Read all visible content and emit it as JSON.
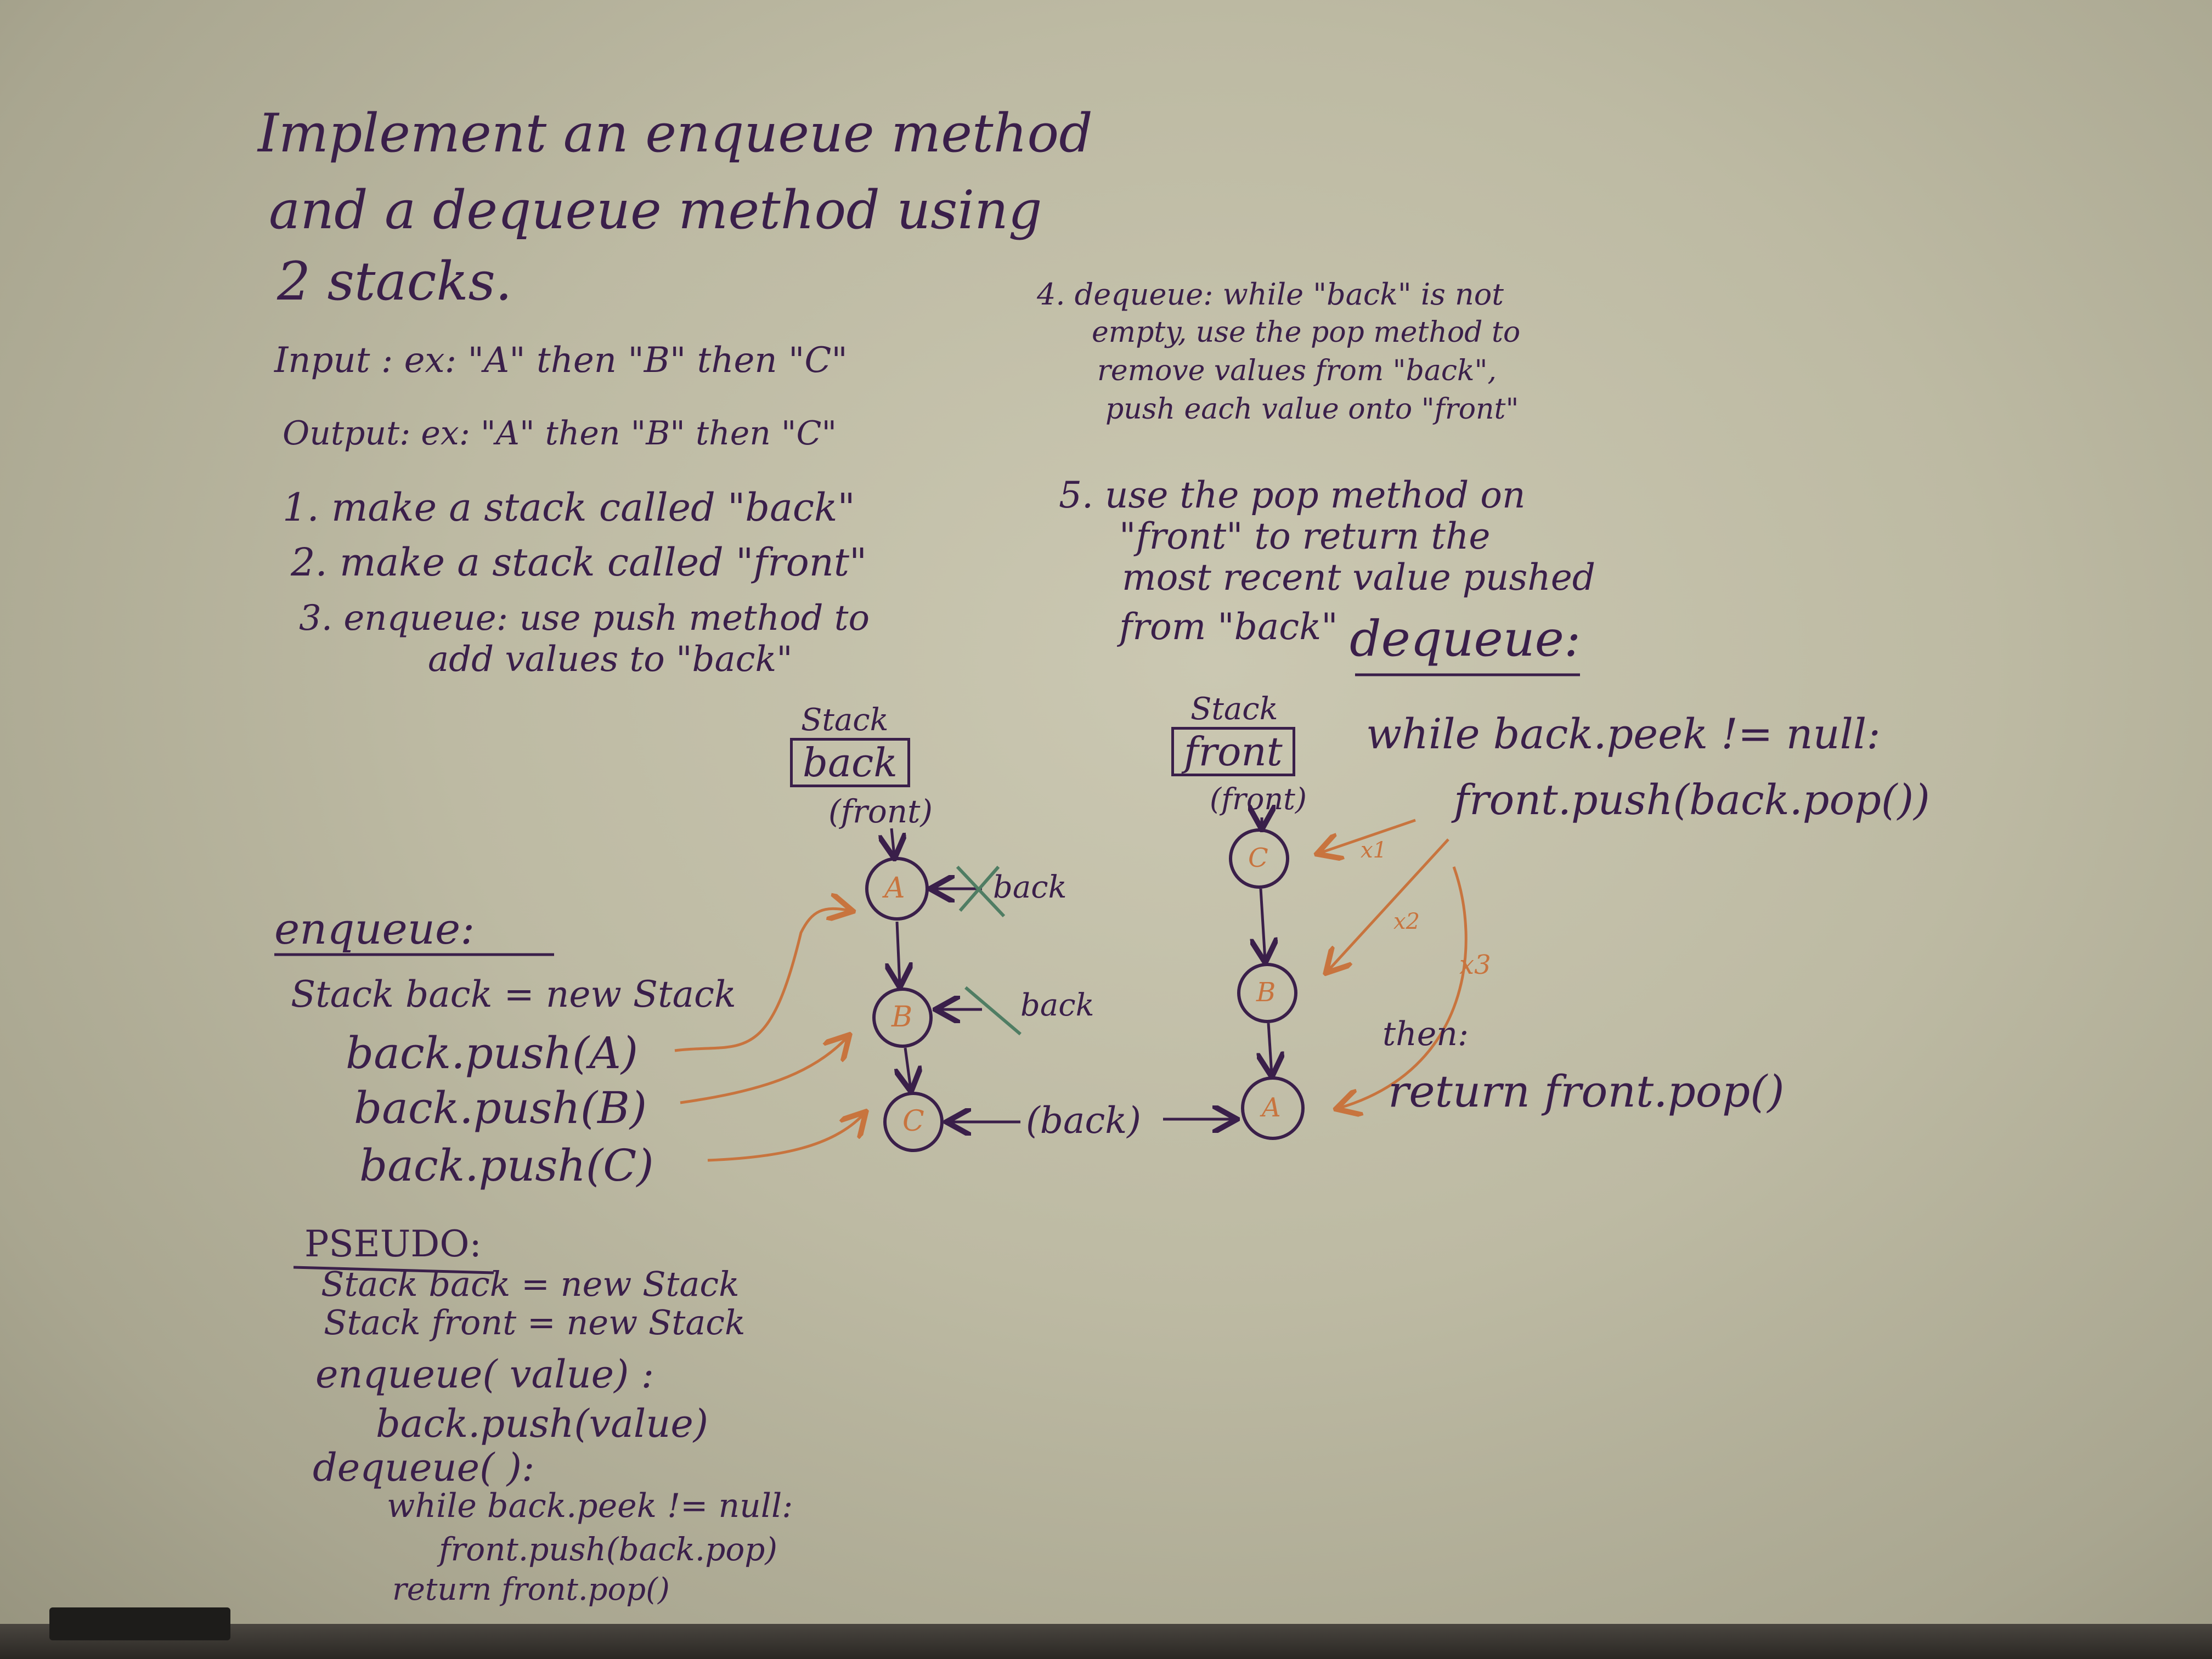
{
  "title": {
    "line1": "Implement an enqueue method",
    "line2": "and a dequeue method using",
    "line3": "2 stacks."
  },
  "io": {
    "input": "Input : ex: \"A\" then \"B\" then \"C\"",
    "output": "Output: ex: \"A\" then \"B\" then \"C\""
  },
  "steps_left": [
    "1. make a stack called \"back\"",
    "2. make a stack called \"front\"",
    "3. enqueue: use push method to",
    "add values to \"back\""
  ],
  "step4": [
    "4. dequeue: while \"back\" is not",
    "empty, use the pop method to",
    "remove values from \"back\",",
    "push each value onto \"front\""
  ],
  "step5": [
    "5. use the pop method on",
    "\"front\" to return the",
    "most recent value pushed",
    "from \"back\""
  ],
  "diagram": {
    "stack_label": "Stack",
    "back_box": "back",
    "front_box": "front",
    "front_pointer": "(front)",
    "front_pointer_2": "(front)",
    "back_node_labels": [
      "A",
      "B",
      "C"
    ],
    "front_node_labels": [
      "C",
      "B",
      "A"
    ],
    "crossed_back_label": "back",
    "back_pointer": "(back)",
    "x_labels": [
      "x1",
      "x2",
      "x3"
    ]
  },
  "enqueue": {
    "heading": "enqueue:",
    "decl": "Stack back = new Stack",
    "lines": [
      "back.push(A)",
      "back.push(B)",
      "back.push(C)"
    ]
  },
  "dequeue": {
    "heading": "dequeue:",
    "while_line": "while back.peek != null:",
    "push_line": "front.push(back.pop())",
    "then": "then:",
    "return_line": "return front.pop()"
  },
  "pseudo": {
    "heading": "PSEUDO:",
    "lines": [
      "Stack back = new Stack",
      "Stack front = new Stack",
      "enqueue( value) :",
      "back.push(value)",
      "dequeue( ):",
      "while back.peek != null:",
      "front.push(back.pop)",
      "return front.pop()"
    ]
  },
  "colors": {
    "marker_purple": "#3a1f4a",
    "marker_orange": "#c8743e",
    "marker_green": "#4f7d63",
    "board": "#c4c1aa"
  }
}
